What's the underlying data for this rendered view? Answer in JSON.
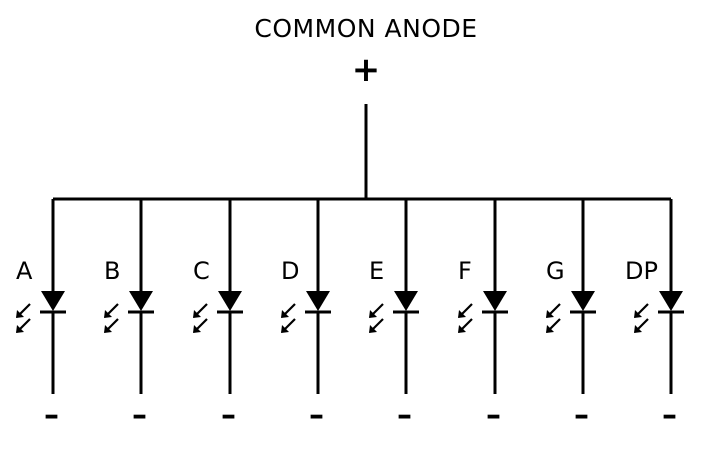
{
  "diagram": {
    "title": "COMMON ANODE",
    "anode_symbol": "+",
    "cathode_symbol": "–",
    "segments": [
      "A",
      "B",
      "C",
      "D",
      "E",
      "F",
      "G",
      "DP"
    ],
    "component": "led-diode",
    "line_color": "#000000",
    "background": "#ffffff"
  }
}
